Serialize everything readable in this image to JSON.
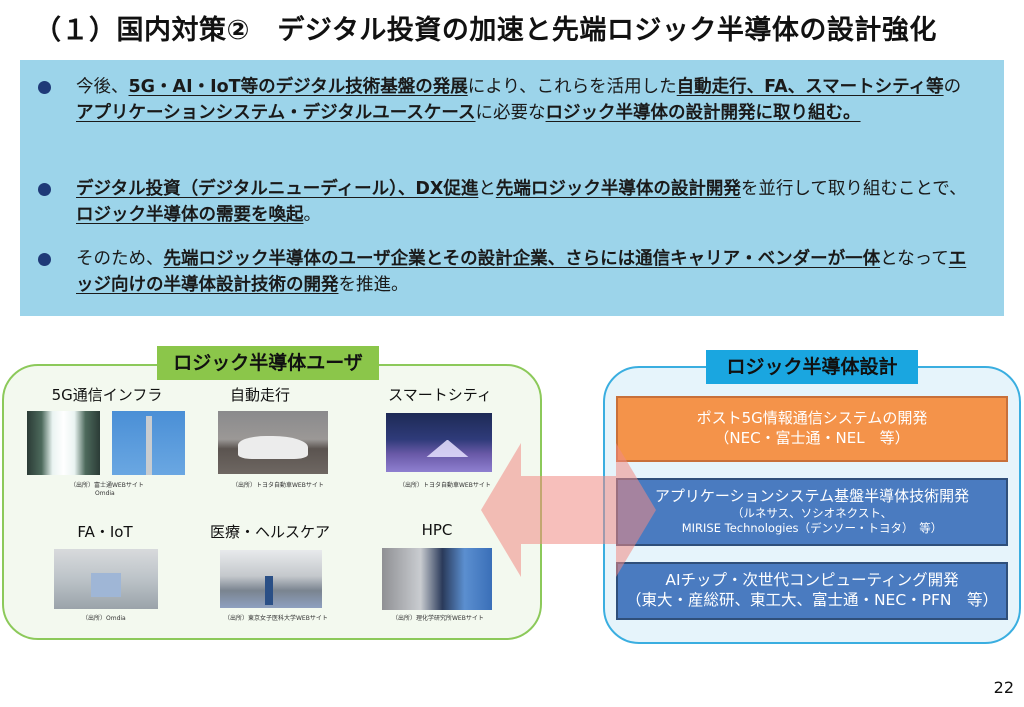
{
  "title": "（１）国内対策②　デジタル投資の加速と先端ロジック半導体の設計強化",
  "bullets": [
    {
      "segments": [
        {
          "t": "今後、",
          "b": false
        },
        {
          "t": "5G・AI・IoT等のデジタル技術基盤の発展",
          "b": true
        },
        {
          "t": "により、これらを活用した",
          "b": false
        },
        {
          "t": "自動走行、FA、スマートシティ等",
          "b": true
        },
        {
          "t": "の",
          "b": false
        },
        {
          "t": "アプリケーションシステム・デジタルユースケース",
          "b": true
        },
        {
          "t": "に必要な",
          "b": false
        },
        {
          "t": "ロジック半導体の設計開発に取り組む。",
          "b": true
        }
      ]
    },
    {
      "segments": [
        {
          "t": "デジタル投資（デジタルニューディール）、DX促進",
          "b": true
        },
        {
          "t": "と",
          "b": false
        },
        {
          "t": "先端ロジック半導体の設計開発",
          "b": true
        },
        {
          "t": "を並行して取り組むことで、",
          "b": false
        },
        {
          "t": "ロジック半導体の需要を喚起",
          "b": true
        },
        {
          "t": "。",
          "b": false
        }
      ]
    },
    {
      "segments": [
        {
          "t": "そのため、",
          "b": false
        },
        {
          "t": "先端ロジック半導体のユーザ企業とその設計企業、さらには通信キャリア・ベンダーが一体",
          "b": true
        },
        {
          "t": "となって",
          "b": false
        },
        {
          "t": "エッジ向けの半導体設計技術の開発",
          "b": true
        },
        {
          "t": "を推進。",
          "b": false
        }
      ]
    }
  ],
  "users": {
    "label": "ロジック半導体ユーザ",
    "categories": [
      {
        "name": "5G通信インフラ",
        "source": "（出所）富士通WEBサイト",
        "source2": "Omdia",
        "images": [
          "server-room-image",
          "cell-tower-image"
        ]
      },
      {
        "name": "自動走行",
        "source": "（出所）トヨタ自動車WEBサイト",
        "images": [
          "autonomous-car-image"
        ]
      },
      {
        "name": "スマートシティ",
        "source": "（出所）トヨタ自動車WEBサイト",
        "images": [
          "smart-city-image"
        ]
      },
      {
        "name": "FA・IoT",
        "source": "（出所）Omdia",
        "images": [
          "factory-image"
        ]
      },
      {
        "name": "医療・ヘルスケア",
        "source": "（出所）東京女子医科大学WEBサイト",
        "images": [
          "operating-room-image"
        ]
      },
      {
        "name": "HPC",
        "source": "（出所）理化学研究所WEBサイト",
        "images": [
          "supercomputer-image"
        ]
      }
    ]
  },
  "design": {
    "label": "ロジック半導体設計",
    "boxes": [
      {
        "title": "ポスト5G情報通信システムの開発",
        "detail": "（NEC・富士通・NEL　等）",
        "color": "#f4934a"
      },
      {
        "title": "アプリケーションシステム基盤半導体技術開発",
        "detail_line1": "（ルネサス、ソシオネクスト、",
        "detail_line2": "MIRISE Technologies（デンソー・トヨタ）　等）",
        "color": "#4a7bc0"
      },
      {
        "title": "AIチップ・次世代コンピューティング開発",
        "detail": "（東大・産総研、東工大、富士通・NEC・PFN　等）",
        "color": "#4a7bc0"
      }
    ]
  },
  "arrow": {
    "icon": "double-arrow-icon",
    "color": "#f4a6a0"
  },
  "colors": {
    "bullet_box": "#9cd4ea",
    "users_accent": "#8bc64a",
    "design_accent": "#1aa6e0"
  },
  "page_number": "22"
}
